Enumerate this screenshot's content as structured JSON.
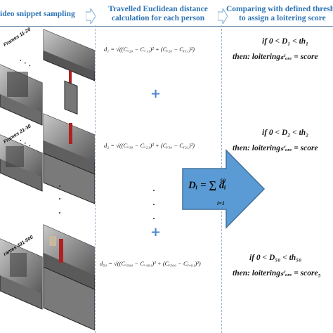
{
  "headers": {
    "col1": "ideo snippet sampling",
    "col2_line1": "Travelled Euclidean distance",
    "col2_line2": "calculation for each person",
    "col3_line1": "Comparing with defined thresho",
    "col3_line2": "to assign a loitering score"
  },
  "frames": [
    "Frames 11-20",
    "Frames 21-30",
    "rames 491-500"
  ],
  "equations": [
    "d₁ = √((Cₓ₂₀ − Cₓ₁₁)² + (Cᵧ₂₀ − Cᵧ₁₁)²)",
    "d₂ = √((Cₓ₃₀ − Cₓ₂₁)² + (Cᵧ₃₀ − Cᵧ₂₁)²)",
    "d₅₀ = √((Cₓ₅₀₀ − Cₓ₄₉₁)² + (Cᵧ₅₀₀ − Cᵧ₄₉₁)²)"
  ],
  "conditions": [
    {
      "if": "if 0 < D₁ < th₁",
      "then": "then: loiteringₛᶜₒᵣₑ = score"
    },
    {
      "if": "if 0 < D₂ < th₂",
      "then": "then: loiteringₛᶜₒᵣₑ = score"
    },
    {
      "if": "if 0 < D₅₀ < th₅₀",
      "then": "then: loiteringₛᶜₒᵣₑ = score₅"
    }
  ],
  "arrow": {
    "label": "Dᵢ = ∑ dᵢ",
    "sum_top": "50",
    "sum_bottom": "i=1"
  },
  "plus_symbol": "+",
  "ellipsis": ". . ."
}
